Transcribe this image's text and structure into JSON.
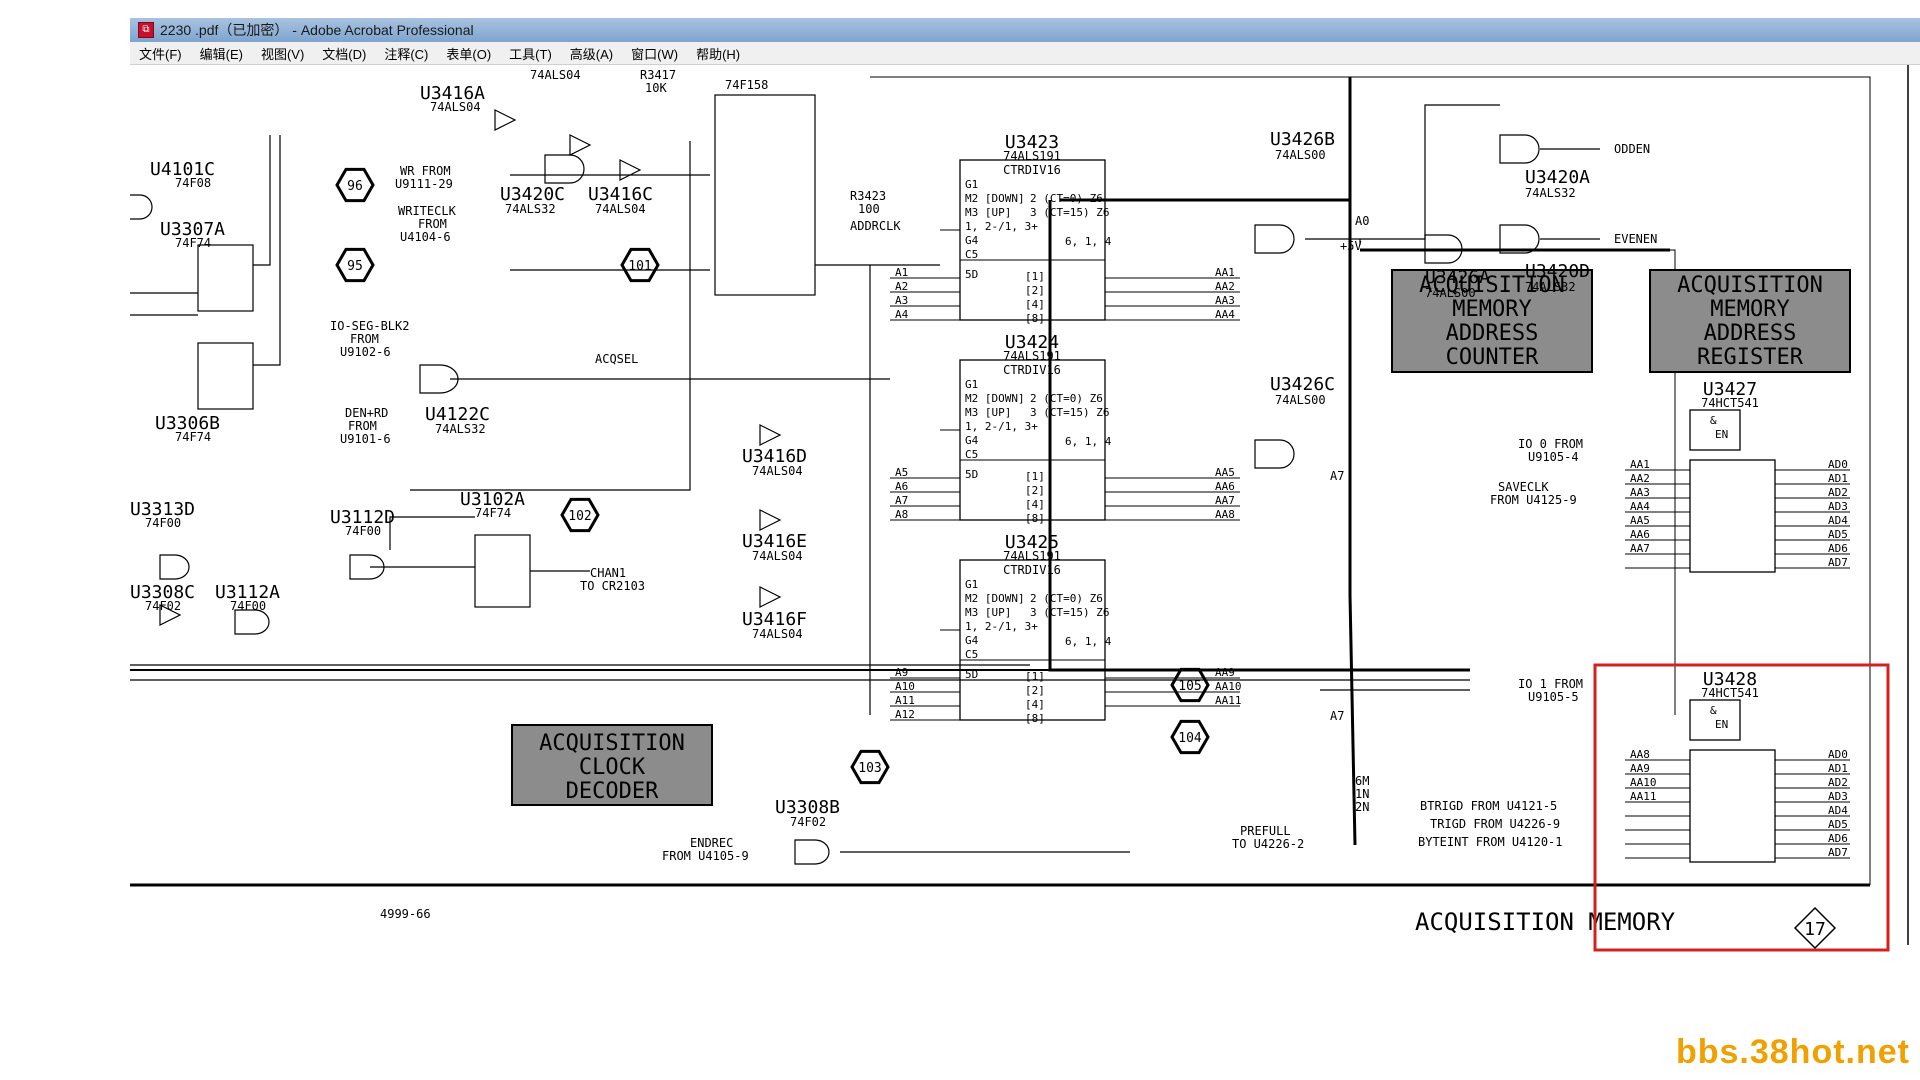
{
  "window": {
    "title": "2230 .pdf（已加密） - Adobe Acrobat Professional"
  },
  "menu": [
    {
      "label": "文件(F)"
    },
    {
      "label": "编辑(E)"
    },
    {
      "label": "视图(V)"
    },
    {
      "label": "文档(D)"
    },
    {
      "label": "注释(C)"
    },
    {
      "label": "表单(O)"
    },
    {
      "label": "工具(T)"
    },
    {
      "label": "高级(A)"
    },
    {
      "label": "窗口(W)"
    },
    {
      "label": "帮助(H)"
    }
  ],
  "schematic": {
    "blocks": {
      "mem_addr_counter": [
        "ACQUISITION",
        "MEMORY",
        "ADDRESS",
        "COUNTER"
      ],
      "mem_addr_register": [
        "ACQUISITION",
        "MEMORY",
        "ADDRESS",
        "REGISTER"
      ],
      "clock_decoder": [
        "ACQUISITION",
        "CLOCK",
        "DECODER"
      ]
    },
    "footer": {
      "doc_number": "4999-66",
      "page_title": "ACQUISITION MEMORY",
      "page_number": "17"
    },
    "counters": [
      {
        "ref": "U3423",
        "part": "74ALS191",
        "fn": "CTRDIV16",
        "inputs": [
          "A1",
          "A2",
          "A3",
          "A4"
        ],
        "outputs": [
          "AA1",
          "AA2",
          "AA3",
          "AA4"
        ]
      },
      {
        "ref": "U3424",
        "part": "74ALS191",
        "fn": "CTRDIV16",
        "inputs": [
          "A5",
          "A6",
          "A7",
          "A8"
        ],
        "outputs": [
          "AA5",
          "AA6",
          "AA7",
          "AA8"
        ]
      },
      {
        "ref": "U3425",
        "part": "74ALS191",
        "fn": "CTRDIV16",
        "inputs": [
          "A9",
          "A10",
          "A11",
          "A12"
        ],
        "outputs": [
          "AA9",
          "AA10",
          "AA11"
        ]
      }
    ],
    "buffers": [
      {
        "ref": "U3427",
        "part": "74HCT541",
        "in": [
          "AA1",
          "AA2",
          "AA3",
          "AA4",
          "AA5",
          "AA6",
          "AA7"
        ],
        "out": [
          "AD0",
          "AD1",
          "AD2",
          "AD3",
          "AD4",
          "AD5",
          "AD6",
          "AD7"
        ]
      },
      {
        "ref": "U3428",
        "part": "74HCT541",
        "in": [
          "AA8",
          "AA9",
          "AA10",
          "AA11"
        ],
        "out": [
          "AD0",
          "AD1",
          "AD2",
          "AD3",
          "AD4",
          "AD5",
          "AD6",
          "AD7"
        ]
      }
    ],
    "signals": {
      "oddeven_odd": "ODDEN",
      "oddeven_even": "EVENEN",
      "addrclk": "ADDRCLK",
      "acqsel": "ACQSEL",
      "prefull": "PREFULL",
      "prefull_to": "TO U4226-2",
      "btrigd": "BTRIGD FROM U4121-5",
      "trigd": "TRIGD FROM U4226-9",
      "byteint": "BYTEINT FROM U4120-1",
      "saveclk": "SAVECLK",
      "saveclk_from": "FROM U4125-9",
      "io0": "IO 0  FROM",
      "io0_from": "U9105-4",
      "io1": "IO 1  FROM",
      "io1_from": "U9105-5",
      "endrec": "ENDREC",
      "endrec_from": "FROM U4105-9",
      "chan1": "CHAN1",
      "chan1_to": "TO CR2103",
      "wr": "WR FROM",
      "wr_from": "U9111-29",
      "writeclk": "WRITECLK",
      "writeclk_from1": "FROM",
      "writeclk_from2": "U4104-6",
      "ioseg": "IO-SEG-BLK2",
      "ioseg_from1": "FROM",
      "ioseg_from2": "U9102-6",
      "denrd": "DEN+RD",
      "denrd_from1": "FROM",
      "denrd_from2": "U9101-6"
    },
    "hex_markers": [
      "96",
      "95",
      "101",
      "102",
      "103",
      "104",
      "105"
    ]
  },
  "watermark": "bbs.38hot.net"
}
